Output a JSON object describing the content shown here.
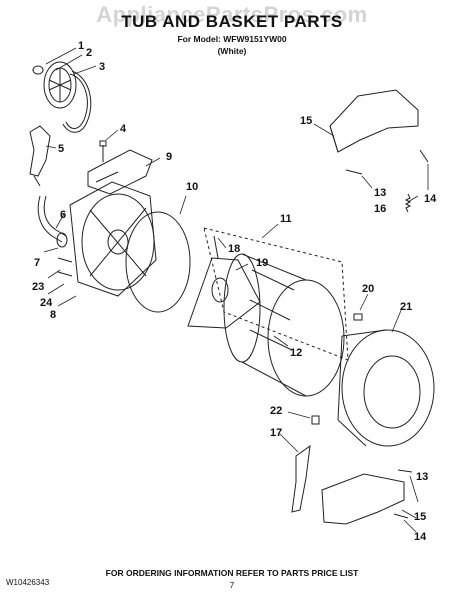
{
  "watermark": "AppliancePartsPros.com",
  "title": "TUB AND BASKET PARTS",
  "model_line": "For Model: WFW9151YW00",
  "color_line": "(White)",
  "footer": {
    "doc_number": "W10426343",
    "ordering_note": "FOR ORDERING INFORMATION REFER TO PARTS PRICE LIST",
    "page_number": "7"
  },
  "callouts": [
    "1",
    "2",
    "3",
    "4",
    "5",
    "6",
    "7",
    "8",
    "9",
    "10",
    "11",
    "12",
    "13",
    "13",
    "14",
    "14",
    "15",
    "15",
    "16",
    "17",
    "18",
    "19",
    "20",
    "21",
    "22",
    "23",
    "24"
  ],
  "colors": {
    "line": "#222222",
    "watermark": "#a0a0a0"
  }
}
